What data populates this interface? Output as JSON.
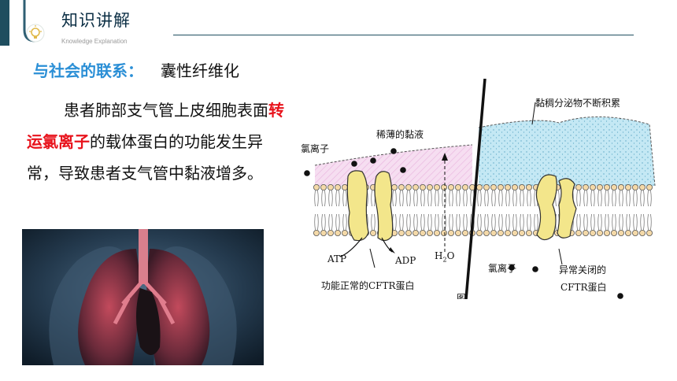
{
  "header": {
    "title": "知识讲解",
    "subtitle": "Knowledge Explanation",
    "logo_icon": "lightbulb-icon"
  },
  "section": {
    "label": "与社会的联系：",
    "topic": "囊性纤维化"
  },
  "paragraph": {
    "part1": "患者肺部支气管上皮细胞表面",
    "highlight": "转运氯离子",
    "part2": "的载体蛋白的功能发生异常，导致患者支气管中黏液增多。"
  },
  "diagram": {
    "mucus_accumulating": "黏稠分泌物不断积累",
    "thin_mucus": "稀薄的黏液",
    "chloride_left": "氯离子",
    "atp": "ATP",
    "adp": "ADP",
    "h2o_h": "H",
    "h2o_sub": "2",
    "h2o_o": "O",
    "normal_cftr": "功能正常的CFTR蛋白",
    "chloride_right": "氯离子",
    "abnormal_cftr_line1": "异常关闭的",
    "abnormal_cftr_line2": "CFTR蛋白",
    "cut_label": "图"
  },
  "colors": {
    "accent_blue": "#2b8fd6",
    "highlight_red": "#e8131c",
    "dark_teal": "#1f4e5f",
    "thin_mucus_pink": "#f3d6ee",
    "thick_mucus_blue": "#bfe6f3",
    "protein_yellow": "#f4e78a"
  }
}
